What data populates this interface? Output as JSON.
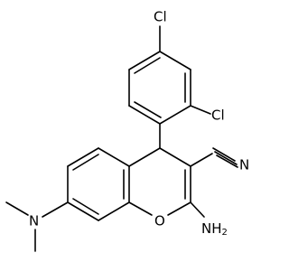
{
  "molecule": {
    "labels": {
      "cl_top": "Cl",
      "cl_right": "Cl",
      "nitrile_n": "N",
      "ring_oxygen": "O",
      "amine_n": "N",
      "amino": "NH",
      "amino_sub": "2"
    }
  }
}
